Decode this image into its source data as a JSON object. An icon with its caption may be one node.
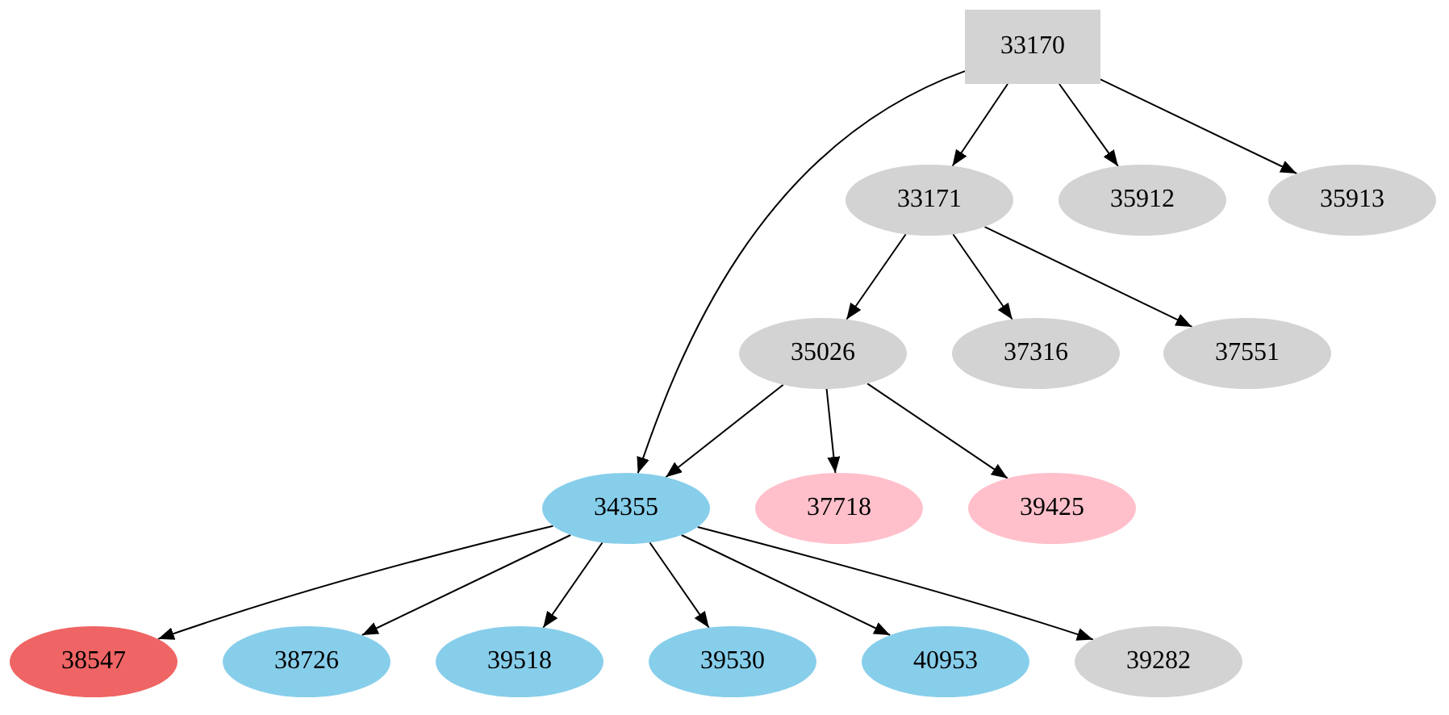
{
  "diagram": {
    "nodes": [
      {
        "text": [
          "33170"
        ]
      },
      {
        "text": [
          "33171"
        ]
      },
      {
        "text": [
          "35912"
        ]
      },
      {
        "text": [
          "35913"
        ]
      },
      {
        "text": [
          "35026"
        ]
      },
      {
        "text": [
          "37316"
        ]
      },
      {
        "text": [
          "37551"
        ]
      },
      {
        "text": [
          "34355"
        ]
      },
      {
        "text": [
          "37718"
        ]
      },
      {
        "text": [
          "39425"
        ]
      },
      {
        "text": [
          "38547"
        ]
      },
      {
        "text": [
          "38726"
        ]
      },
      {
        "text": [
          "39518"
        ]
      },
      {
        "text": [
          "39530"
        ]
      },
      {
        "text": [
          "40953"
        ]
      },
      {
        "text": [
          "39282"
        ]
      }
    ],
    "edges": [
      {
        "from": 0,
        "to": 7,
        "arrow": "to"
      },
      {
        "from": 0,
        "to": 1,
        "arrow": "to"
      },
      {
        "from": 0,
        "to": 2,
        "arrow": "to"
      },
      {
        "from": 0,
        "to": 3,
        "arrow": "to"
      },
      {
        "from": 1,
        "to": 4,
        "arrow": "to"
      },
      {
        "from": 1,
        "to": 5,
        "arrow": "to"
      },
      {
        "from": 1,
        "to": 6,
        "arrow": "to"
      },
      {
        "from": 4,
        "to": 7,
        "arrow": "to"
      },
      {
        "from": 4,
        "to": 8,
        "arrow": "to"
      },
      {
        "from": 4,
        "to": 9,
        "arrow": "to"
      },
      {
        "from": 7,
        "to": 10,
        "arrow": "to"
      },
      {
        "from": 7,
        "to": 11,
        "arrow": "to"
      },
      {
        "from": 7,
        "to": 12,
        "arrow": "to"
      },
      {
        "from": 7,
        "to": 13,
        "arrow": "to"
      },
      {
        "from": 7,
        "to": 14,
        "arrow": "to"
      },
      {
        "from": 7,
        "to": 15,
        "arrow": "to"
      }
    ]
  }
}
